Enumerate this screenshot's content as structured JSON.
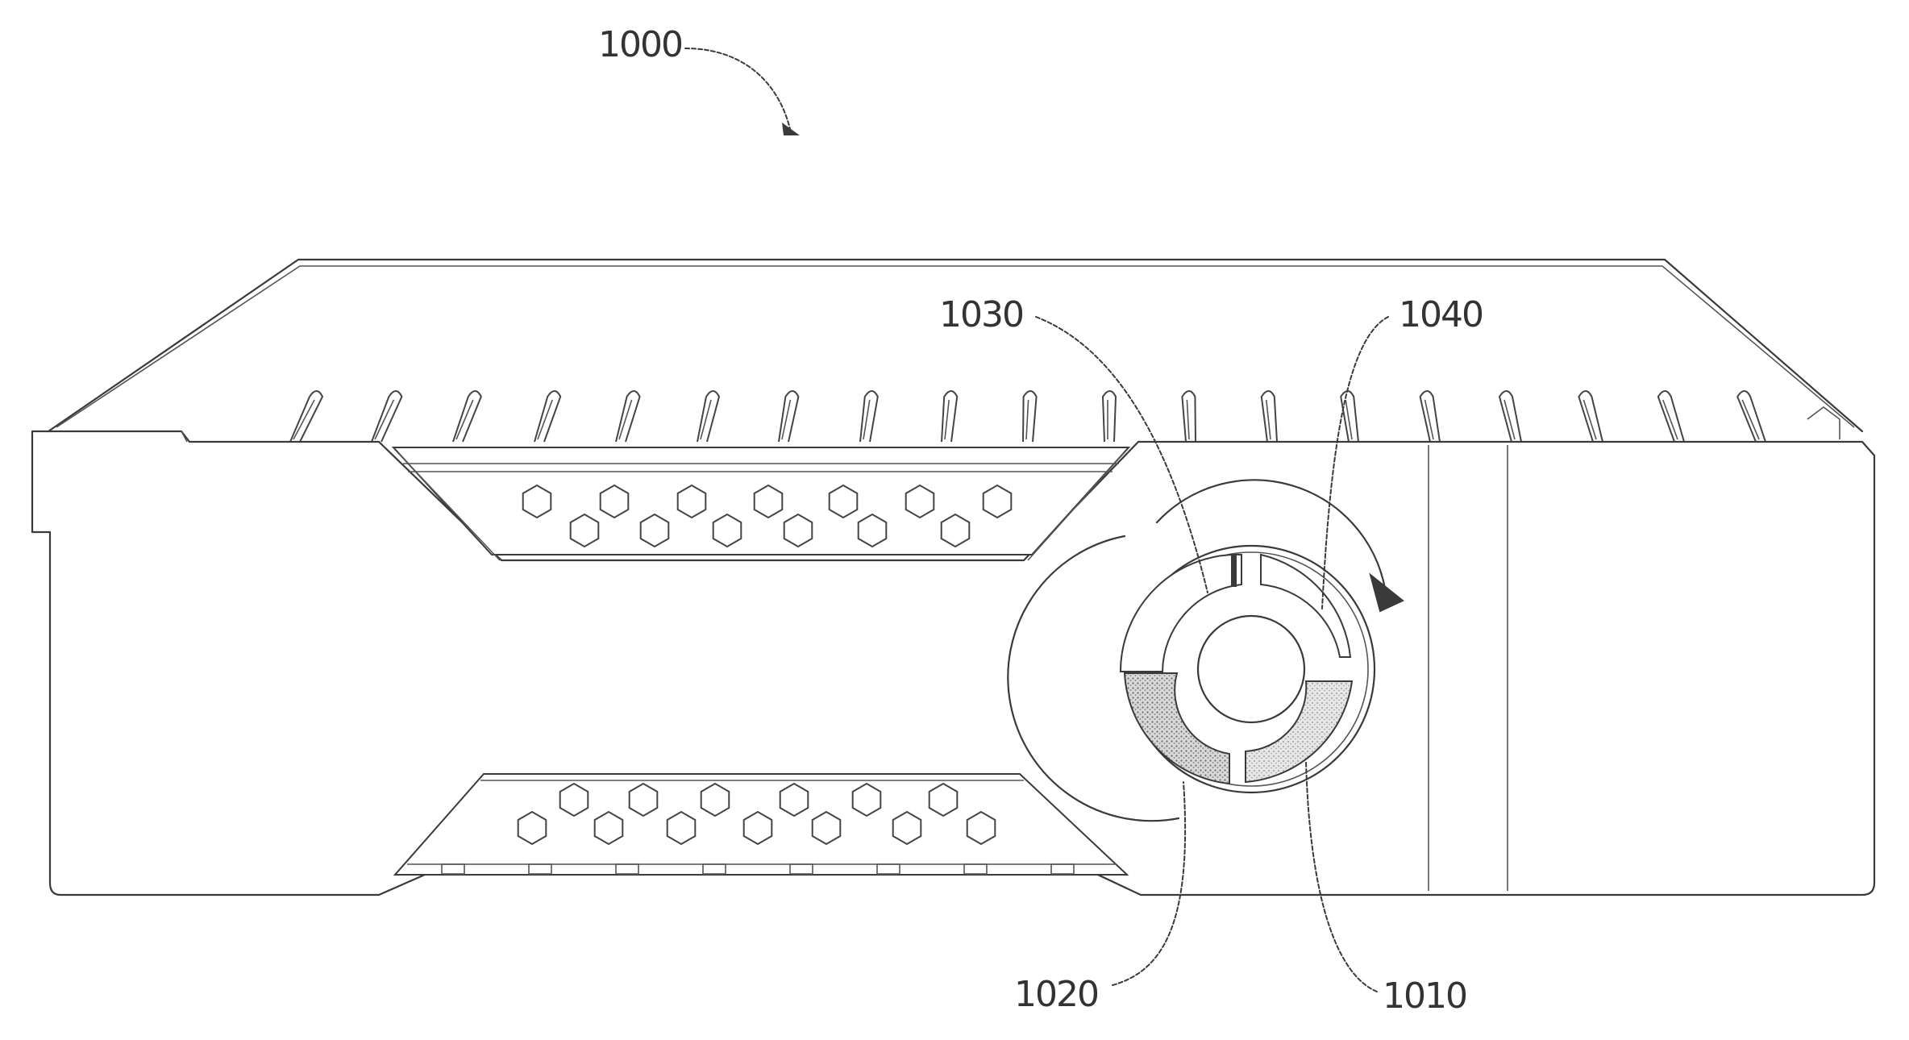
{
  "figure": {
    "refs": {
      "device": "1000",
      "segment_1010": "1010",
      "segment_1020": "1020",
      "segment_1030": "1030",
      "segment_1040": "1040"
    }
  },
  "colors": {
    "line": "#3a3a3a",
    "background": "#ffffff",
    "stipple": "#8a8a8a"
  }
}
